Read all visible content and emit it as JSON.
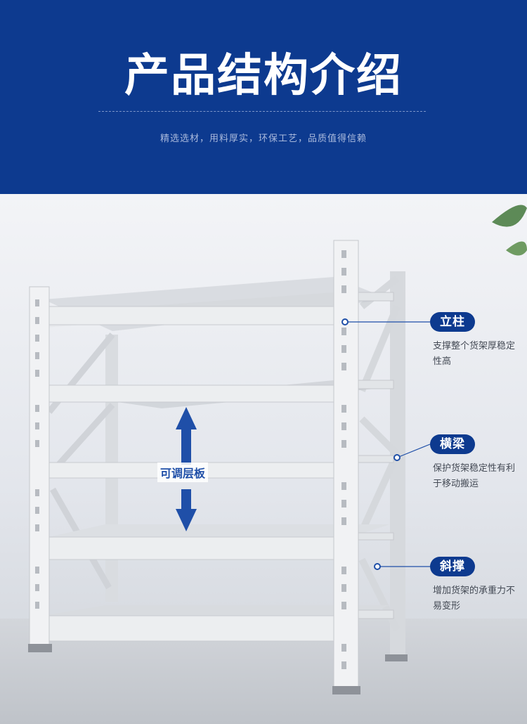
{
  "header": {
    "title": "产品结构介绍",
    "subtitle": "精选选材，用料厚实，环保工艺，品质值得信赖"
  },
  "adjust": {
    "label": "可调层板"
  },
  "callouts": [
    {
      "label": "立柱",
      "desc": "支撑整个货架厚稳定性高"
    },
    {
      "label": "横梁",
      "desc": "保护货架稳定性有利于移动搬运"
    },
    {
      "label": "斜撑",
      "desc": "增加货架的承重力不易变形"
    }
  ],
  "colors": {
    "brand": "#0d3a8f",
    "accent": "#1f4fa8",
    "rack": "#e8eaed"
  }
}
